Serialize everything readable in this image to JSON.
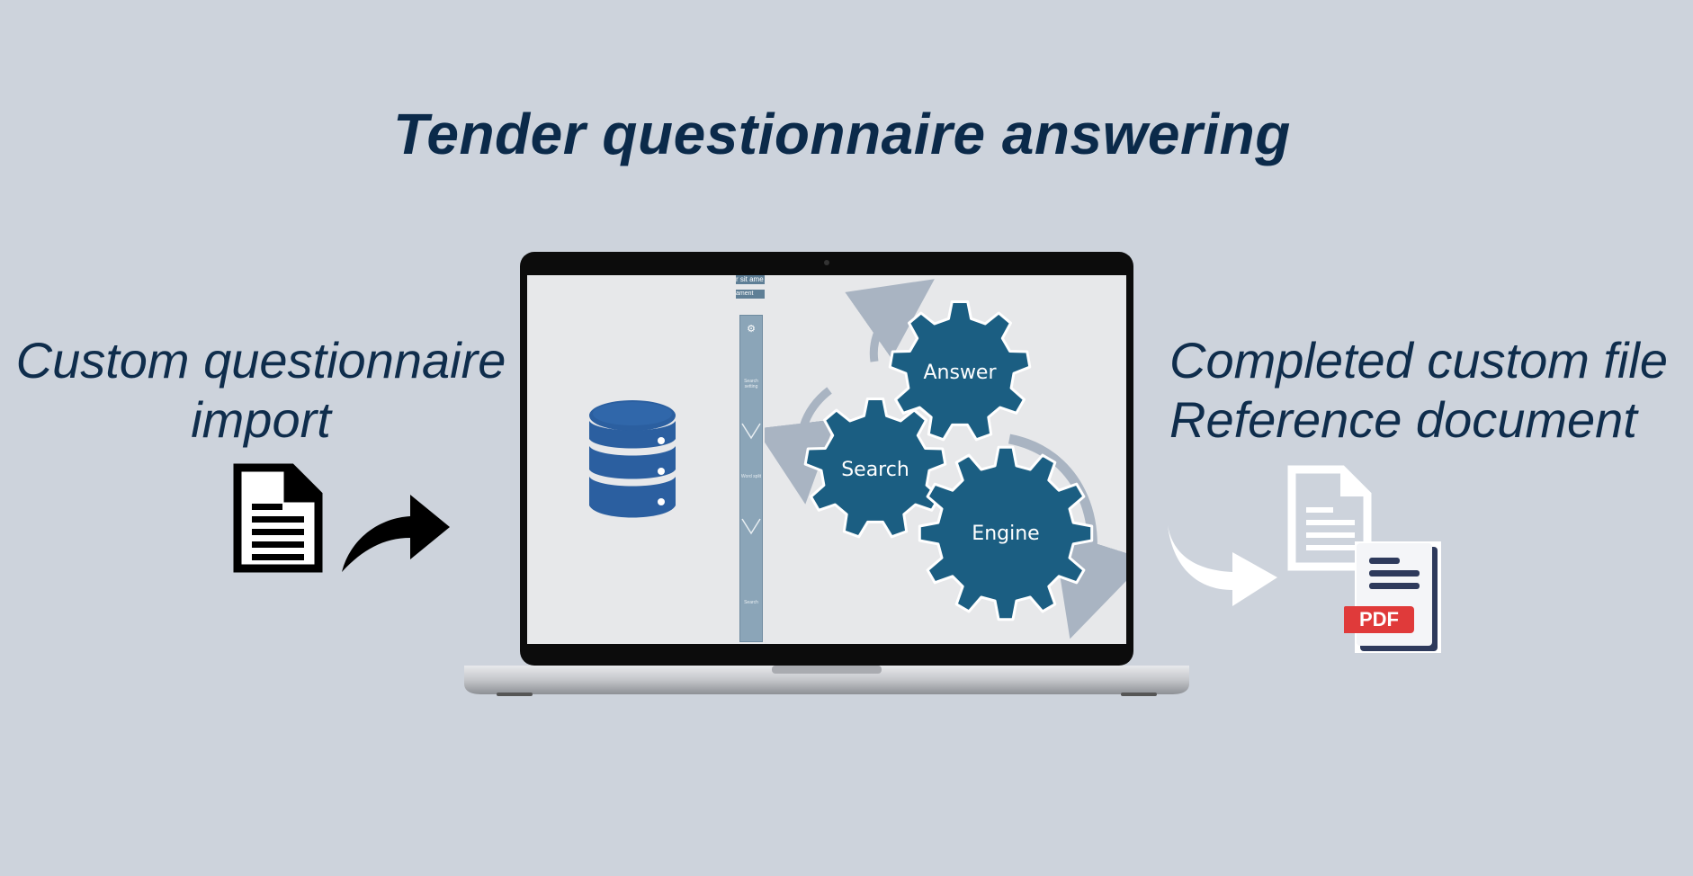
{
  "title": "Tender questionnaire answering",
  "left_label": {
    "line1": "Custom questionnaire",
    "line2": "import"
  },
  "right_label": {
    "line1": "Completed custom file",
    "line2": "Reference document"
  },
  "gears": {
    "answer": "Answer",
    "search": "Search",
    "engine": "Engine"
  },
  "pdf_badge": "PDF",
  "screen_sidebar": {
    "top_text_1": "r sit ame",
    "top_text_2": "ament",
    "step_1": "Search setting",
    "step_2": "Word split",
    "step_3": "Search"
  },
  "colors": {
    "background": "#cdd3dc",
    "title": "#0b2a4a",
    "gear": "#1b5e82",
    "database": "#2b5fa0",
    "arrow_gray": "#a9b4c2",
    "pdf_red": "#e03a3a"
  },
  "icons": [
    "document-icon",
    "curved-arrow-icon",
    "database-icon",
    "gear-icon",
    "pdf-icon",
    "laptop"
  ]
}
